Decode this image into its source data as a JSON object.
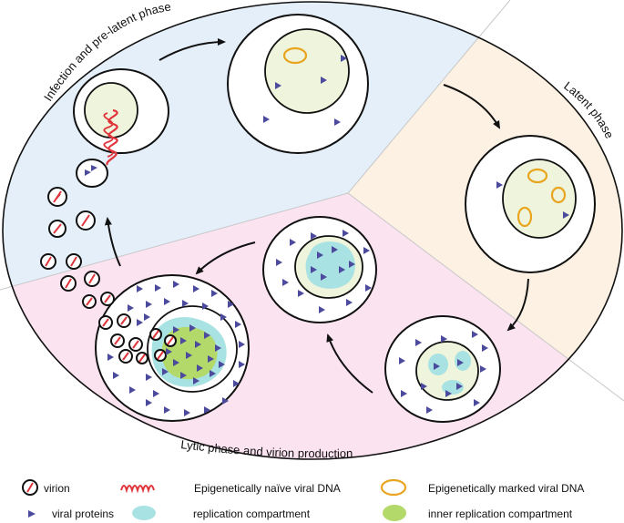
{
  "phases": {
    "infection": "Infection and pre-latent phase",
    "latent": "Latent phase",
    "lytic": "Lytic phase and virion production"
  },
  "legend": {
    "virion": "virion",
    "naive_dna": "Epigenetically naïve viral DNA",
    "marked_dna": "Epigenetically marked viral DNA",
    "viral_proteins": "viral proteins",
    "replication_compartment": "replication compartment",
    "inner_replication_compartment": "inner replication compartment"
  },
  "colors": {
    "infection_bg": "#e4effa",
    "latent_bg": "#fcf1e2",
    "lytic_bg": "#fbe3f0",
    "nucleus": "#eef5dc",
    "inner_nucleus_green": "#b3d96b",
    "replication_cyan": "#a8e2e2",
    "marked_dna_orange": "#e9a51f",
    "naive_dna_red": "#e0333a",
    "protein_triangle": "#4b4a9c",
    "outline": "#111111"
  }
}
